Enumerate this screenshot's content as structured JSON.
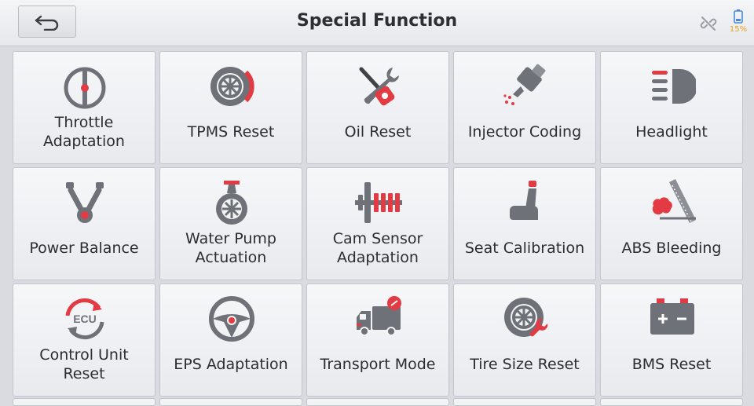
{
  "header": {
    "title": "Special Function",
    "battery_percent": "15%"
  },
  "icons": {
    "back": "back-arrow-icon",
    "connection": "link-broken-icon",
    "battery": "battery-low-icon"
  },
  "colors": {
    "accent_red": "#e23b43",
    "icon_gray": "#6e7177",
    "battery_orange": "#e8a21a"
  },
  "functions": [
    {
      "label": "Throttle Adaptation",
      "icon": "throttle-icon"
    },
    {
      "label": "TPMS Reset",
      "icon": "tpms-wheel-icon"
    },
    {
      "label": "Oil Reset",
      "icon": "oil-wrench-icon"
    },
    {
      "label": "Injector Coding",
      "icon": "injector-icon"
    },
    {
      "label": "Headlight",
      "icon": "headlight-icon"
    },
    {
      "label": "Power Balance",
      "icon": "power-balance-icon"
    },
    {
      "label": "Water Pump Actuation",
      "icon": "water-pump-icon"
    },
    {
      "label": "Cam Sensor Adaptation",
      "icon": "camshaft-icon"
    },
    {
      "label": "Seat Calibration",
      "icon": "seat-icon"
    },
    {
      "label": "ABS Bleeding",
      "icon": "abs-bleeding-icon"
    },
    {
      "label": "Control Unit Reset",
      "icon": "ecu-reset-icon"
    },
    {
      "label": "EPS Adaptation",
      "icon": "steering-wheel-icon"
    },
    {
      "label": "Transport Mode",
      "icon": "truck-icon"
    },
    {
      "label": "Tire Size Reset",
      "icon": "tire-wrench-icon"
    },
    {
      "label": "BMS Reset",
      "icon": "battery-bms-icon"
    }
  ]
}
